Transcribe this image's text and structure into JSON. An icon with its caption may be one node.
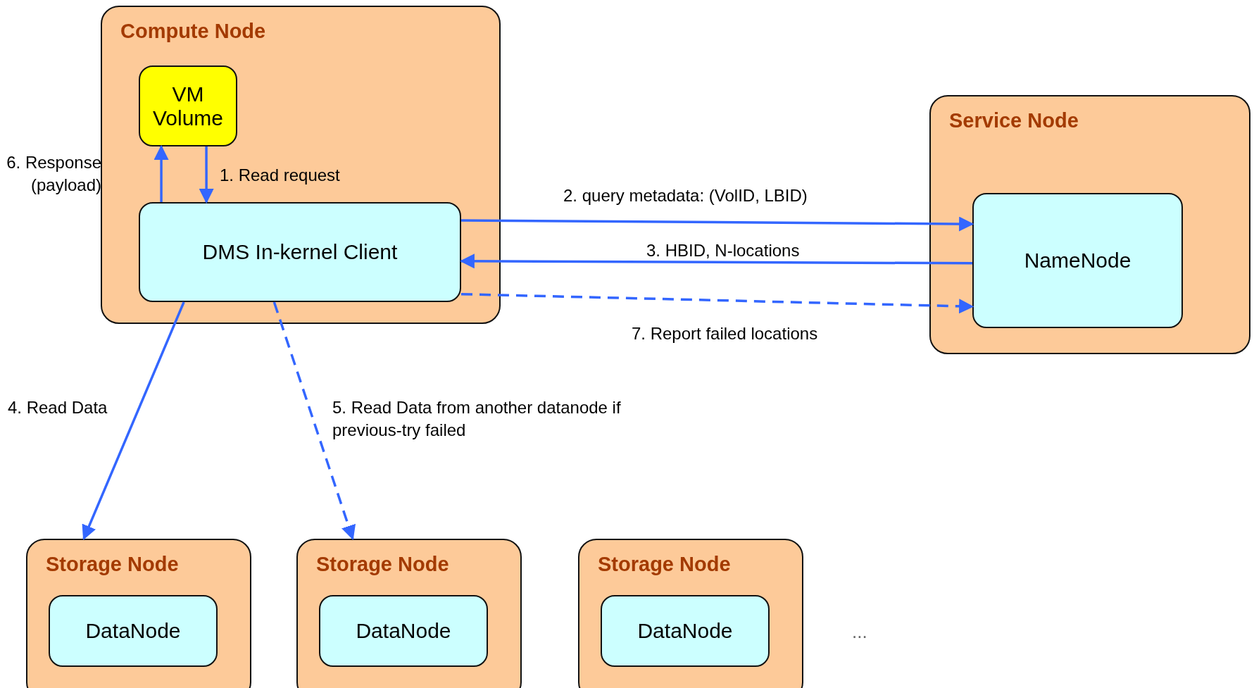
{
  "diagram": {
    "nodes": [
      {
        "text": [
          "Compute Node"
        ]
      },
      {
        "text": [
          "VM Volume"
        ],
        "in": 0
      },
      {
        "text": [
          "DMS In-kernel Client"
        ],
        "in": 0
      },
      {
        "text": [
          "Service Node"
        ]
      },
      {
        "text": [
          "NameNode"
        ],
        "in": 3
      },
      {
        "text": [
          "Storage Node"
        ]
      },
      {
        "text": [
          "DataNode"
        ],
        "in": 5
      },
      {
        "text": [
          "Storage Node"
        ]
      },
      {
        "text": [
          "DataNode"
        ],
        "in": 7
      },
      {
        "text": [
          "Storage Node"
        ]
      },
      {
        "text": [
          "DataNode"
        ],
        "in": 9
      }
    ],
    "edges": [
      {
        "from": 1,
        "to": 2,
        "arrow": "to",
        "label": "1. Read request"
      },
      {
        "from": 2,
        "to": 1,
        "arrow": "to",
        "label": "6. Response (payload)"
      },
      {
        "from": 2,
        "to": 4,
        "arrow": "to",
        "label": "2.  query metadata: (VolID, LBID)"
      },
      {
        "from": 4,
        "to": 2,
        "arrow": "to",
        "label": "3. HBID, N-locations"
      },
      {
        "from": 2,
        "to": 4,
        "arrow": "to",
        "label": "7. Report failed locations",
        "style": "dashed"
      },
      {
        "from": 2,
        "to": 5,
        "arrow": "to",
        "label": "4. Read Data"
      },
      {
        "from": 2,
        "to": 7,
        "arrow": "to",
        "label": "5. Read Data from another datanode if previous-try failed",
        "style": "dashed"
      }
    ],
    "labels": [
      "..."
    ]
  }
}
